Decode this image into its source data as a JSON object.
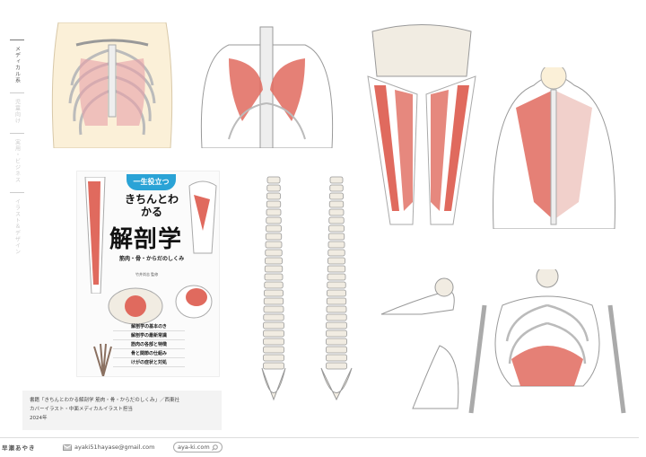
{
  "nav": {
    "items": [
      {
        "label": "メディカル系",
        "active": true
      },
      {
        "label": "児童向け",
        "active": false
      },
      {
        "label": "実用・ビジネス",
        "active": false
      },
      {
        "label": "イラスト＆デザイン",
        "active": false
      }
    ]
  },
  "cover": {
    "badge": "一生役立つ",
    "title_small": "きちんとわかる",
    "title_main": "解剖学",
    "subtitle": "筋肉・骨・からだのしくみ",
    "supervisor": "竹井尚志 監修",
    "contents": [
      "解剖学の基本のき",
      "解剖学の最新常識",
      "筋肉の各部と特徴",
      "骨と関節の仕組み",
      "けがの症状と対処"
    ]
  },
  "caption": {
    "line1": "書籍「きちんとわかる解剖学 筋肉・骨・からだのしくみ」／西東社",
    "line2": "カバーイラスト・中面メディカルイラスト担当",
    "line3": "2024年"
  },
  "footer": {
    "name": "早瀬あやき",
    "email": "ayaki51hayase@gmail.com",
    "site": "aya-ki.com"
  },
  "colors": {
    "muscle": "#e06a5e",
    "bone": "#f1ece2",
    "skin": "#fbf0d8"
  }
}
